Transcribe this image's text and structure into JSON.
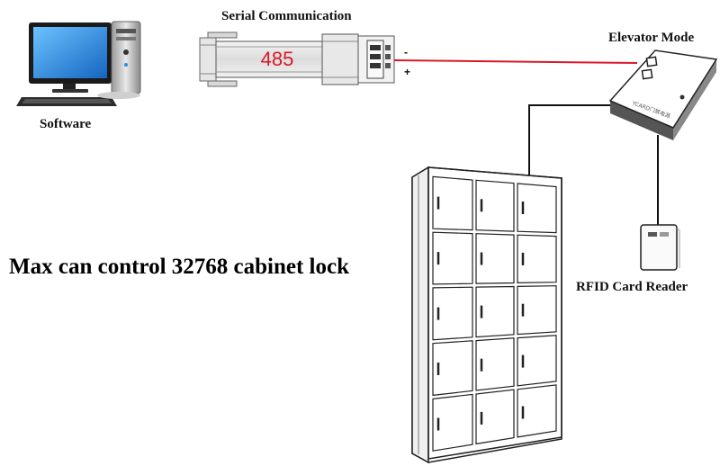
{
  "labels": {
    "software": "Software",
    "serial": "Serial Communication",
    "elevator": "Elevator Mode",
    "rfid": "RFID Card Reader",
    "headline": "Max can control 32768 cabinet lock"
  },
  "converter": {
    "code": "485",
    "minus": "-",
    "plus": "+"
  },
  "controller": {
    "brand": "YCARD门禁电源"
  },
  "colors": {
    "wire_signal": "#d8192a",
    "wire_line": "#111111",
    "converter_code": "#d8192a",
    "monitor_screen": "#2a8fe0"
  }
}
